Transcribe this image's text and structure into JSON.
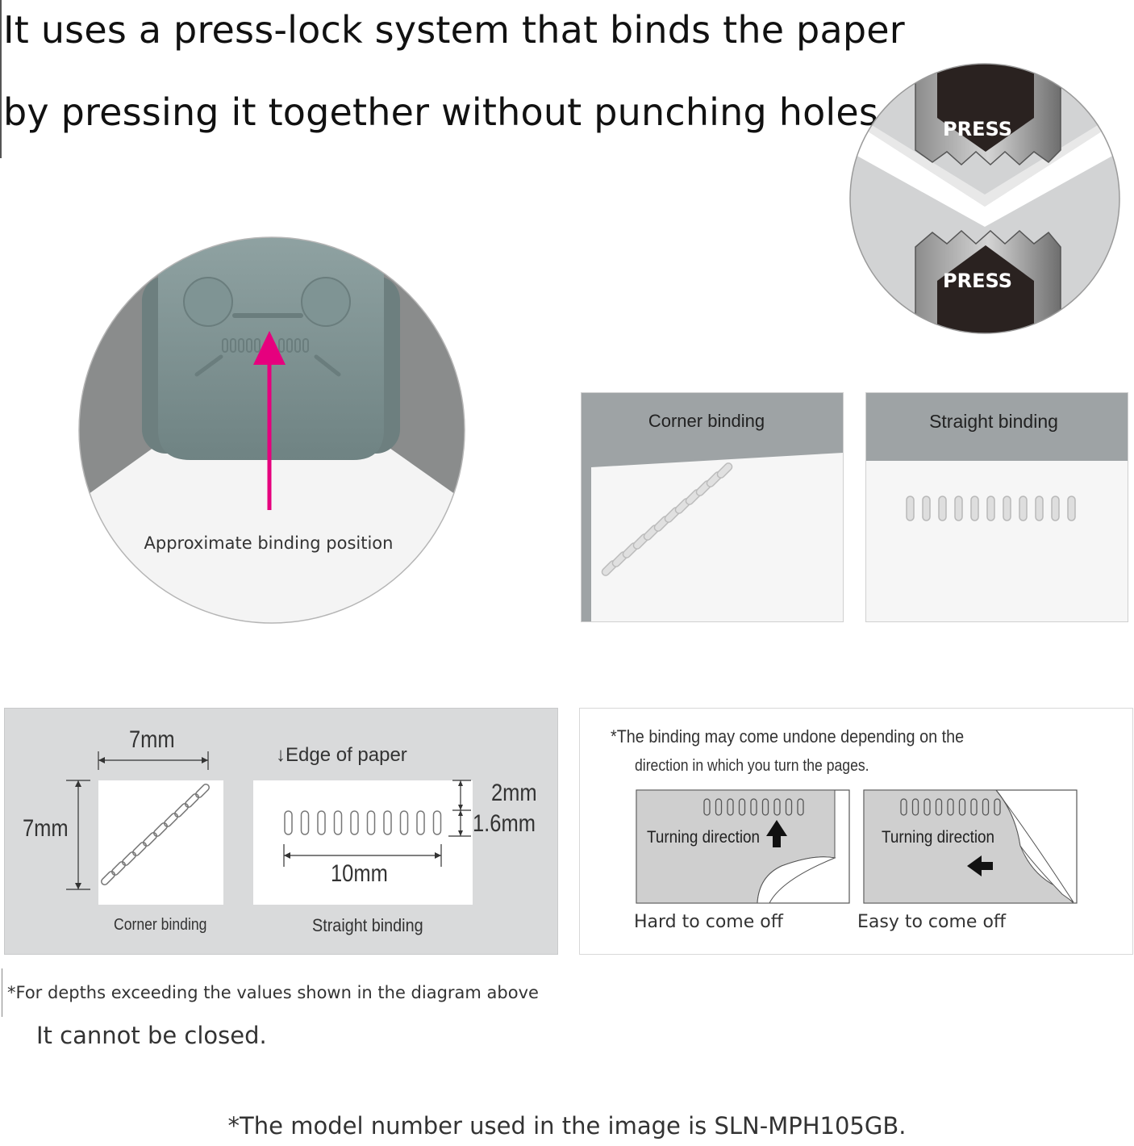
{
  "header": {
    "line1": "It uses a press-lock system that binds the paper",
    "line2": "by pressing it together without punching holes."
  },
  "press_diagram": {
    "top_label": "PRESS",
    "bottom_label": "PRESS"
  },
  "device_photo": {
    "caption": "Approximate binding position"
  },
  "binding_photos": {
    "corner_label": "Corner binding",
    "straight_label": "Straight binding"
  },
  "dimension_diagram": {
    "corner_width": "7mm",
    "corner_height": "7mm",
    "edge_label": "↓Edge of paper",
    "straight_offset": "2mm",
    "straight_depth": "1.6mm",
    "straight_length": "10mm",
    "corner_caption": "Corner binding",
    "straight_caption": "Straight binding"
  },
  "direction_note": {
    "line1": "*The binding may come undone depending on the",
    "line2": "direction in which you turn the pages.",
    "left_turning": "Turning direction",
    "right_turning": "Turning direction",
    "left_caption": "Hard to come off",
    "right_caption": "Easy to come off"
  },
  "footnotes": {
    "depth_note": "*For depths exceeding the values shown in the diagram above",
    "cannot_close": "It cannot be closed.",
    "model_note": "*The model number used in the image is SLN-MPH105GB."
  },
  "colors": {
    "accent_arrow": "#e6007e",
    "device_body": "#7d9191",
    "press_dark": "#2a2220"
  }
}
